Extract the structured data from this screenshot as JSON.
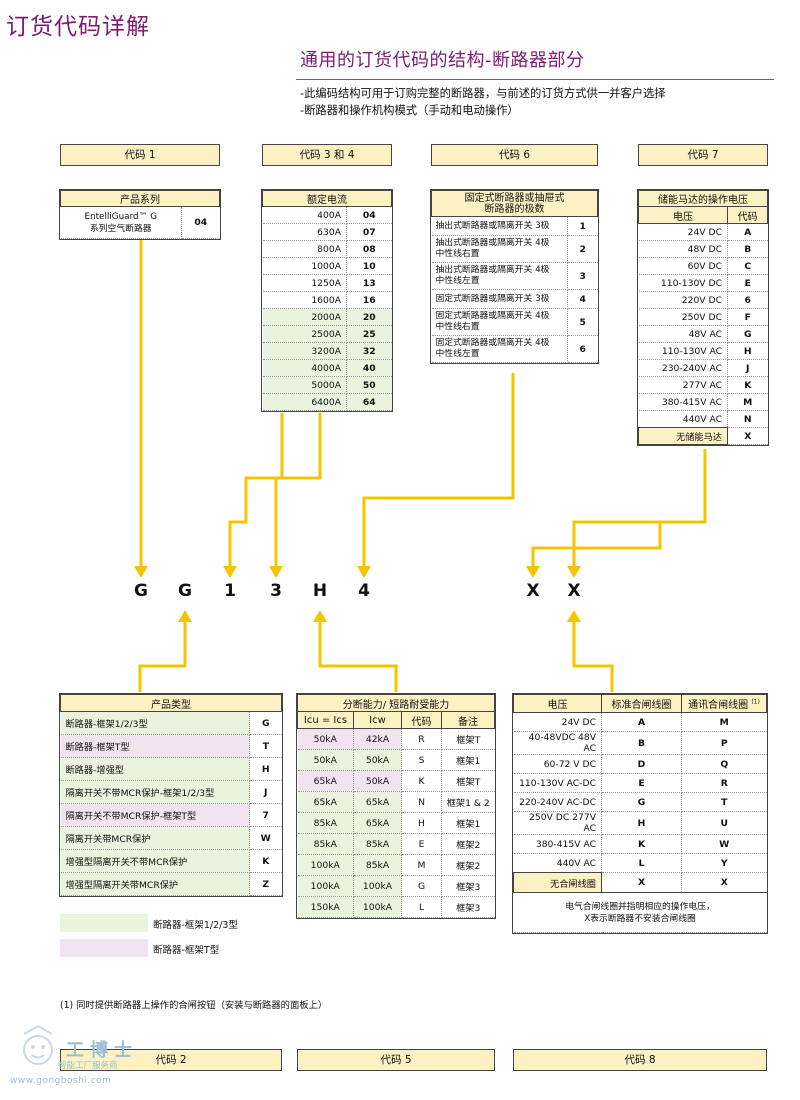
{
  "page_title": "订货代码详解",
  "sub_title": "通用的订货代码的结构-断路器部分",
  "intro": [
    "-此编码结构可用于订购完整的断路器，与前述的订货方式供一并客户选择",
    "-断路器和操作机构模式（手动和电动操作）"
  ],
  "code_headers_top": [
    "代码 1",
    "代码 3 和 4",
    "代码 6",
    "代码 7"
  ],
  "code_headers_bottom": [
    "代码 2",
    "代码 5",
    "代码 8"
  ],
  "product_series": {
    "header": "产品系列",
    "name_line1": "EntelliGuard™ G",
    "name_line2": "系列空气断路器",
    "code": "04"
  },
  "rated_current": {
    "header": "额定电流",
    "rows": [
      {
        "value": "400A",
        "code": "04",
        "green": false
      },
      {
        "value": "630A",
        "code": "07",
        "green": false
      },
      {
        "value": "800A",
        "code": "08",
        "green": false
      },
      {
        "value": "1000A",
        "code": "10",
        "green": false
      },
      {
        "value": "1250A",
        "code": "13",
        "green": false
      },
      {
        "value": "1600A",
        "code": "16",
        "green": false
      },
      {
        "value": "2000A",
        "code": "20",
        "green": true
      },
      {
        "value": "2500A",
        "code": "25",
        "green": true
      },
      {
        "value": "3200A",
        "code": "32",
        "green": true
      },
      {
        "value": "4000A",
        "code": "40",
        "green": true
      },
      {
        "value": "5000A",
        "code": "50",
        "green": true
      },
      {
        "value": "6400A",
        "code": "64",
        "green": true
      }
    ]
  },
  "poles": {
    "header_line1": "固定式断路器或抽屉式",
    "header_line2": "断路器的极数",
    "rows": [
      {
        "line1": "抽出式断路器或隔离开关 3极",
        "line2": "",
        "code": "1"
      },
      {
        "line1": "抽出式断路器或隔离开关 4极",
        "line2": "中性线右置",
        "code": "2"
      },
      {
        "line1": "抽出式断路器或隔离开关 4极",
        "line2": "中性线左置",
        "code": "3"
      },
      {
        "line1": "固定式断路器或隔离开关 3极",
        "line2": "",
        "code": "4"
      },
      {
        "line1": "固定式断路器或隔离开关 4极",
        "line2": "中性线右置",
        "code": "5"
      },
      {
        "line1": "固定式断路器或隔离开关 4极",
        "line2": "中性线左置",
        "code": "6"
      }
    ]
  },
  "motor_voltage": {
    "header": "储能马达的操作电压",
    "col_voltage": "电压",
    "col_code": "代码",
    "rows": [
      {
        "value": "24V DC",
        "code": "A"
      },
      {
        "value": "48V DC",
        "code": "B"
      },
      {
        "value": "60V DC",
        "code": "C"
      },
      {
        "value": "110-130V DC",
        "code": "E"
      },
      {
        "value": "220V DC",
        "code": "6"
      },
      {
        "value": "250V DC",
        "code": "F"
      },
      {
        "value": "48V AC",
        "code": "G"
      },
      {
        "value": "110-130V AC",
        "code": "H"
      },
      {
        "value": "230-240V AC",
        "code": "J"
      },
      {
        "value": "277V AC",
        "code": "K"
      },
      {
        "value": "380-415V AC",
        "code": "M"
      },
      {
        "value": "440V AC",
        "code": "N"
      }
    ],
    "last_row": {
      "value": "无储能马达",
      "code": "X"
    }
  },
  "code_letters": [
    "G",
    "G",
    "1",
    "3",
    "H",
    "4",
    "X",
    "X"
  ],
  "product_type": {
    "header": "产品类型",
    "rows": [
      {
        "label": "断路器-框架1/2/3型",
        "code": "G",
        "color": "green"
      },
      {
        "label": "断路器-框架T型",
        "code": "T",
        "color": "pink"
      },
      {
        "label": "断路器-增强型",
        "code": "H",
        "color": "green"
      },
      {
        "label": "隔离开关不带MCR保护-框架1/2/3型",
        "code": "J",
        "color": "green"
      },
      {
        "label": "隔离开关不带MCR保护-框架T型",
        "code": "7",
        "color": "pink"
      },
      {
        "label": "隔离开关带MCR保护",
        "code": "W",
        "color": "green"
      },
      {
        "label": "增强型隔离开关不带MCR保护",
        "code": "K",
        "color": "green"
      },
      {
        "label": "增强型隔离开关带MCR保护",
        "code": "Z",
        "color": "green"
      }
    ]
  },
  "breaking_capacity": {
    "header": "分断能力/ 短路耐受能力",
    "cols": [
      "Icu = Ics",
      "Icw",
      "代码",
      "备注"
    ],
    "rows": [
      {
        "icu": "50kA",
        "icw": "42kA",
        "code": "R",
        "note": "框架T",
        "color": "pink"
      },
      {
        "icu": "50kA",
        "icw": "50kA",
        "code": "S",
        "note": "框架1",
        "color": "green"
      },
      {
        "icu": "65kA",
        "icw": "50kA",
        "code": "K",
        "note": "框架T",
        "color": "pink"
      },
      {
        "icu": "65kA",
        "icw": "65kA",
        "code": "N",
        "note": "框架1 & 2",
        "color": "green"
      },
      {
        "icu": "85kA",
        "icw": "65kA",
        "code": "H",
        "note": "框架1",
        "color": "green"
      },
      {
        "icu": "85kA",
        "icw": "85kA",
        "code": "E",
        "note": "框架2",
        "color": "green"
      },
      {
        "icu": "100kA",
        "icw": "85kA",
        "code": "M",
        "note": "框架2",
        "color": "green"
      },
      {
        "icu": "100kA",
        "icw": "100kA",
        "code": "G",
        "note": "框架3",
        "color": "green"
      },
      {
        "icu": "150kA",
        "icw": "100kA",
        "code": "L",
        "note": "框架3",
        "color": "green"
      }
    ]
  },
  "closing_coil": {
    "col_voltage": "电压",
    "col_standard": "标准合闸线圈",
    "col_comm": "通讯合闸线圈",
    "col_comm_sup": "(1)",
    "rows": [
      {
        "value": "24V DC",
        "std": "A",
        "comm": "M"
      },
      {
        "value": "40-48VDC 48V AC",
        "std": "B",
        "comm": "P"
      },
      {
        "value": "60-72 V DC",
        "std": "D",
        "comm": "Q"
      },
      {
        "value": "110-130V  AC-DC",
        "std": "E",
        "comm": "R"
      },
      {
        "value": "220-240V  AC-DC",
        "std": "G",
        "comm": "T"
      },
      {
        "value": "250V DC 277V AC",
        "std": "H",
        "comm": "U"
      },
      {
        "value": "380-415V AC",
        "std": "K",
        "comm": "W"
      },
      {
        "value": "440V AC",
        "std": "L",
        "comm": "Y"
      }
    ],
    "last_row": {
      "value": "无合闸线圈",
      "std": "X",
      "comm": "X"
    },
    "note_line1": "电气合闸线圈并指明相应的操作电压，",
    "note_line2": "X表示断路器不安装合闸线圈"
  },
  "legend": [
    {
      "label": "断路器-框架1/2/3型",
      "color": "#e9f3dd"
    },
    {
      "label": "断路器-框架T型",
      "color": "#f1e3f0"
    }
  ],
  "footnote": "(1) 同时提供断路器上操作的合闸按钮（安装与断路器的面板上）",
  "watermark": {
    "cn": "工博士",
    "sub": "智能工厂服务商",
    "url": "www.gongboshi.com"
  },
  "colors": {
    "title": "#7c1d73",
    "header_fill": "#fcf1c3",
    "green": "#e9f3dd",
    "pink": "#f1e3f0",
    "arrow": "#f5c400"
  }
}
